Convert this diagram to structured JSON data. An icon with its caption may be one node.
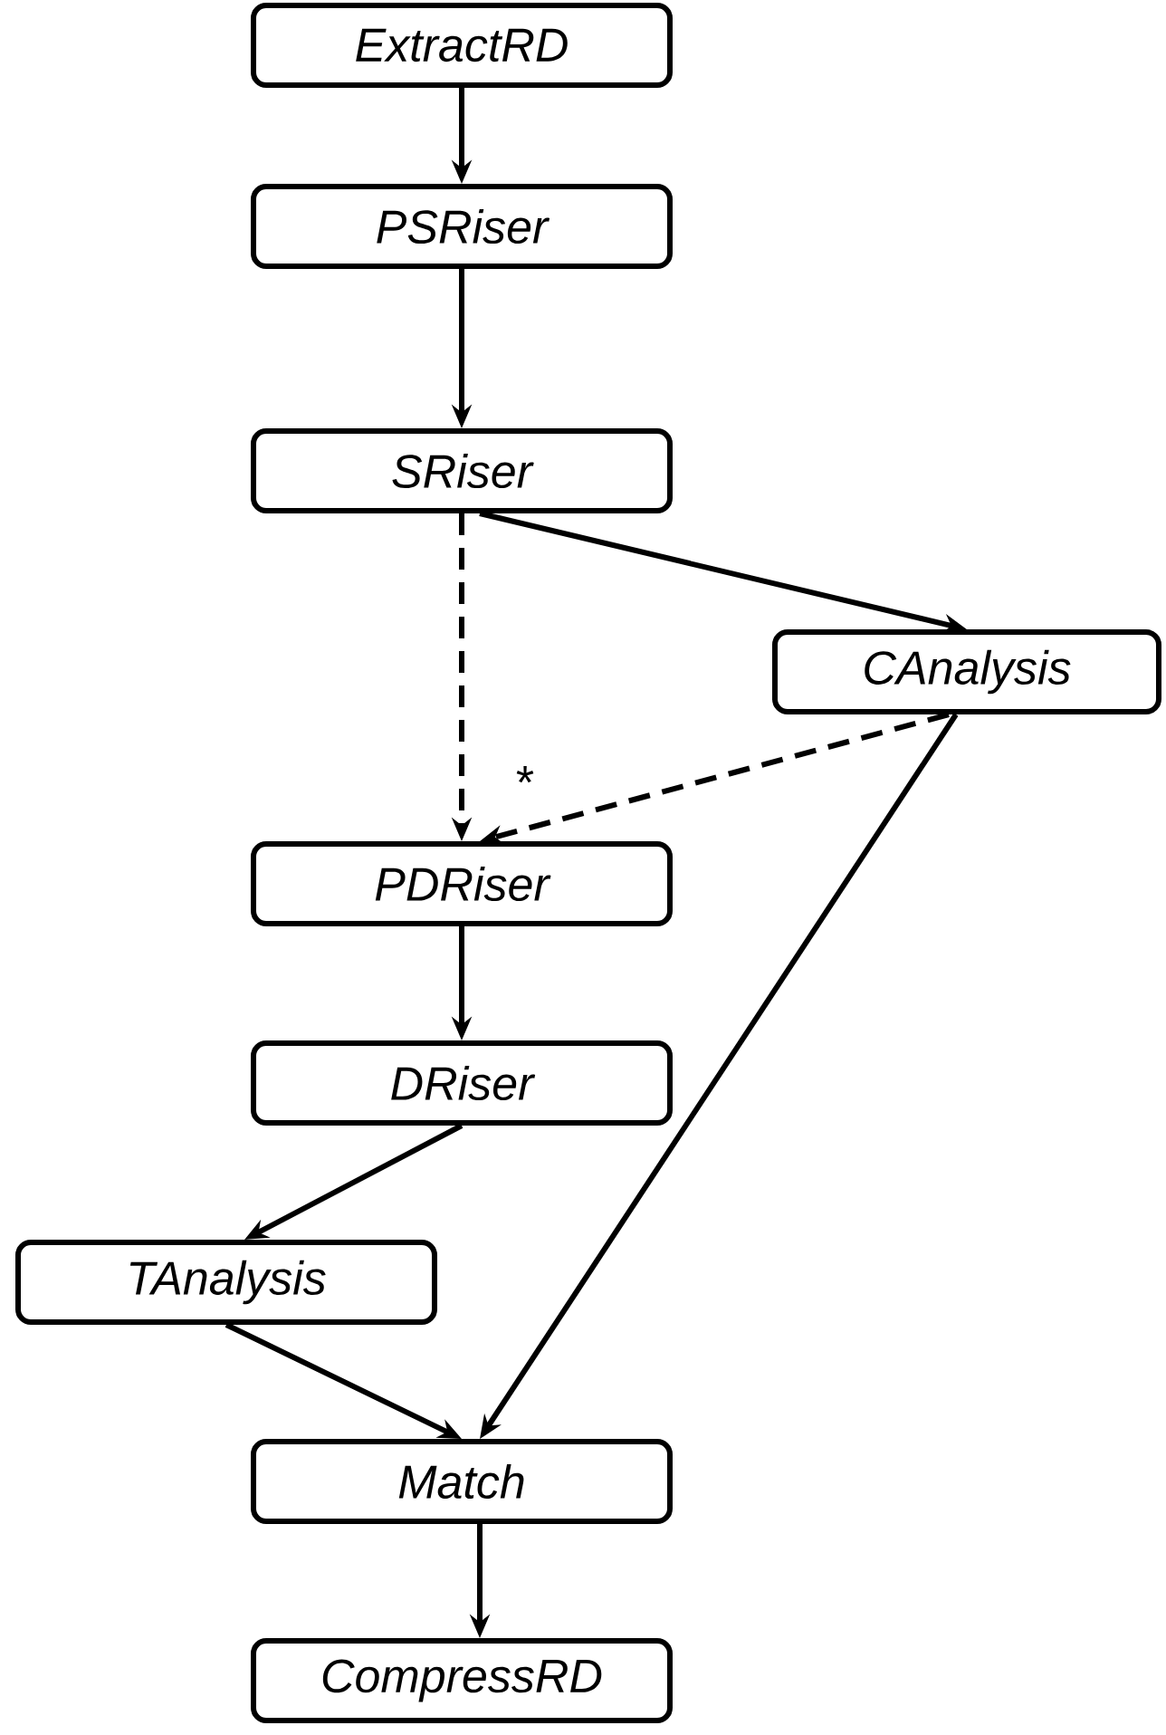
{
  "diagram": {
    "nodes": [
      {
        "text": [
          "ExtractRD"
        ]
      },
      {
        "text": [
          "PSRiser"
        ]
      },
      {
        "text": [
          "SRiser"
        ]
      },
      {
        "text": [
          "CAnalysis"
        ]
      },
      {
        "text": [
          "PDRiser"
        ]
      },
      {
        "text": [
          "DRiser"
        ]
      },
      {
        "text": [
          "TAnalysis"
        ]
      },
      {
        "text": [
          "Match"
        ]
      },
      {
        "text": [
          "CompressRD"
        ]
      }
    ],
    "edges": [
      {
        "from": 0,
        "to": 1,
        "arrow": "to"
      },
      {
        "from": 1,
        "to": 2,
        "arrow": "to"
      },
      {
        "from": 2,
        "to": 3,
        "arrow": "to"
      },
      {
        "from": 2,
        "to": 4,
        "arrow": "to",
        "style": "dashed"
      },
      {
        "from": 3,
        "to": 4,
        "arrow": "to",
        "style": "dashed",
        "label": "*"
      },
      {
        "from": 4,
        "to": 5,
        "arrow": "to"
      },
      {
        "from": 5,
        "to": 6,
        "arrow": "to"
      },
      {
        "from": 6,
        "to": 7,
        "arrow": "to"
      },
      {
        "from": 3,
        "to": 7,
        "arrow": "to"
      },
      {
        "from": 7,
        "to": 8,
        "arrow": "to"
      }
    ]
  }
}
